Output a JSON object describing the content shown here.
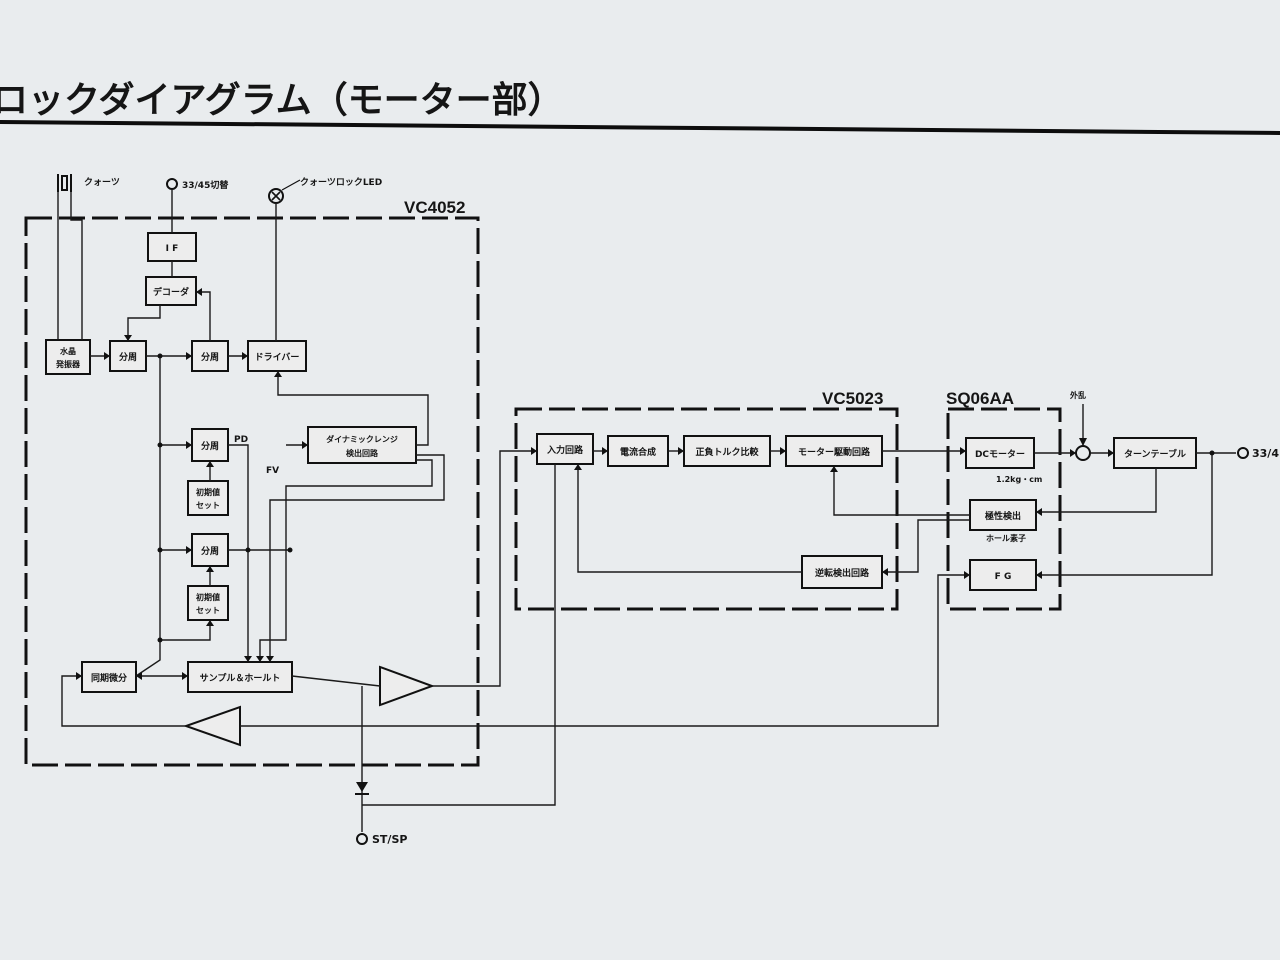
{
  "title": "ロックダイアグラム（モーター部）",
  "chips": {
    "vc4052": "VC4052",
    "vc5023": "VC5023",
    "sq06aa": "SQ06AA"
  },
  "terminals": {
    "quartz": "クォーツ",
    "speed_switch": "33/45切替",
    "quartz_lock_led": "クォーツロックLED",
    "st_sp": "ST/SP",
    "output": "33/4",
    "disturbance": "外乱"
  },
  "blocks": {
    "if": "I F",
    "decoder": "デコーダ",
    "crystal_osc": [
      "水晶",
      "発振器"
    ],
    "divider1": "分周",
    "divider2": "分周",
    "driver": "ドライバー",
    "divider_pd": "分周",
    "dynamic_range": [
      "ダイナミックレンジ",
      "検出回路"
    ],
    "init_set1": [
      "初期値",
      "セット"
    ],
    "divider3": "分周",
    "init_set2": [
      "初期値",
      "セット"
    ],
    "sync_diff": "同期微分",
    "sample_hold": "サンプル＆ホールト",
    "input_circuit": "入力回路",
    "current_synth": "電流合成",
    "torque_compare": "正負トルク比較",
    "motor_drive": "モーター駆動回路",
    "reverse_detect": "逆転検出回路",
    "dc_motor": "DCモーター",
    "polarity_detect": "極性検出",
    "fg": "F G",
    "turntable": "ターンテーブル"
  },
  "labels": {
    "pd": "PD",
    "fv": "FV",
    "torque_spec": "1.2kg・cm",
    "hall_element": "ホール素子"
  }
}
